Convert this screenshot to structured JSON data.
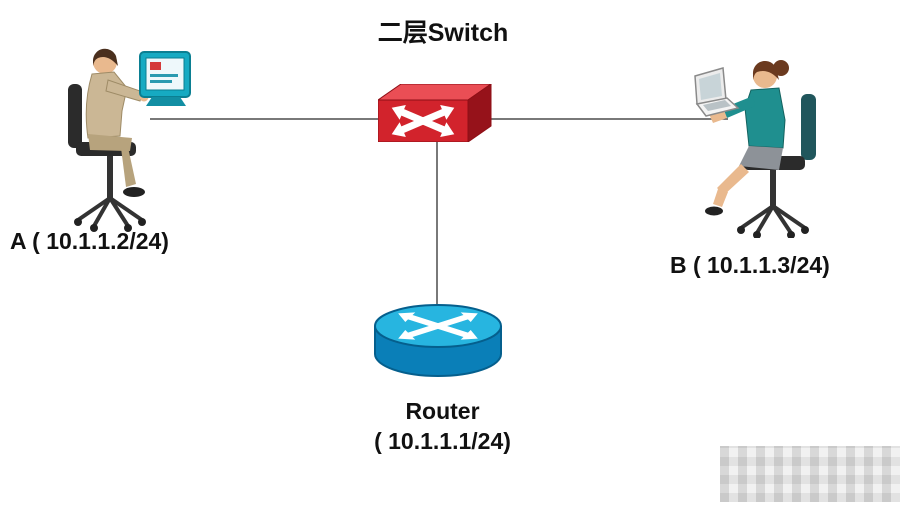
{
  "diagram": {
    "title": "二层Switch",
    "host_a": {
      "label": "A ( 10.1.1.2/24)"
    },
    "host_b": {
      "label": "B ( 10.1.1.3/24)"
    },
    "router": {
      "name": "Router",
      "ip": "( 10.1.1.1/24)"
    },
    "icons": {
      "switch": "layer2-switch-icon",
      "router": "router-icon",
      "host_a": "person-at-desktop-icon",
      "host_b": "person-with-laptop-icon"
    },
    "colors": {
      "switch_red": "#d2232c",
      "router_cyan": "#27b5e0",
      "line": "#4d4d4d"
    }
  }
}
